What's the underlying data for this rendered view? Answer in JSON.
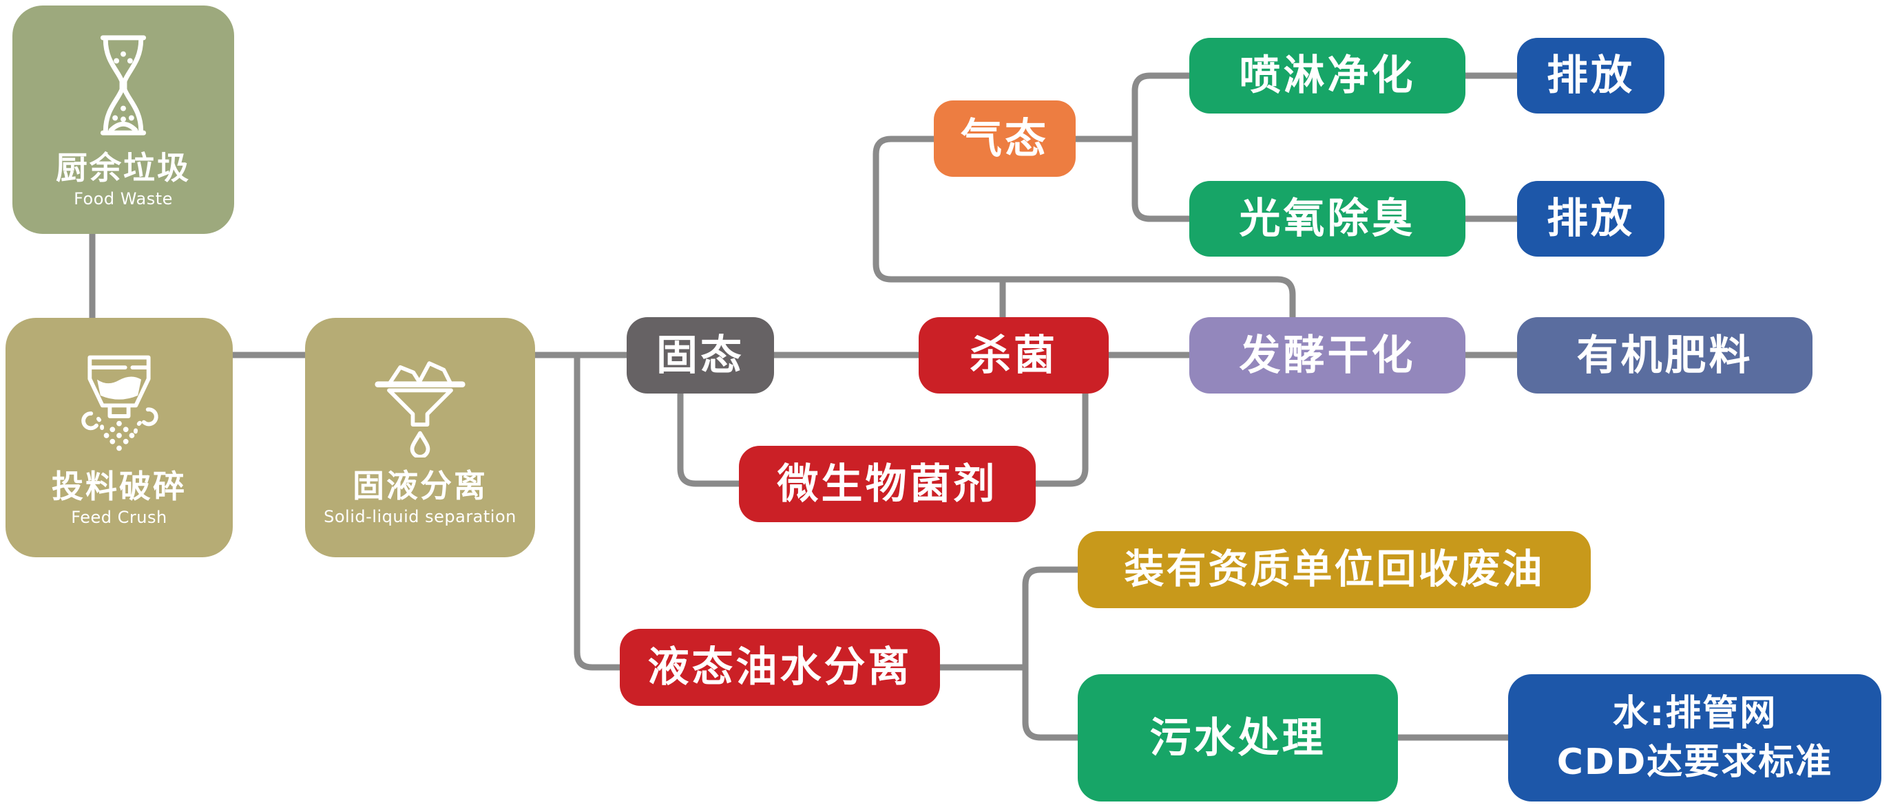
{
  "diagram": {
    "description": "Food waste treatment process flowchart",
    "colors": {
      "background": "#FFFFFF",
      "connector": "#8A8A8A",
      "text": "#FFFFFF",
      "sage_green": "#9DA97D",
      "khaki": "#B6AC75",
      "dark_gray": "#666264",
      "red": "#CB2026",
      "orange": "#ED7D41",
      "green": "#17A567",
      "blue": "#1D57A9",
      "purple": "#9387BC",
      "slate_blue": "#5A6D9F",
      "gold": "#C8991B"
    },
    "nodes": {
      "food_waste": {
        "label_cn": "厨余垃圾",
        "label_en": "Food Waste",
        "color": "#9DA97D",
        "icon": "hourglass-icon"
      },
      "feed_crush": {
        "label_cn": "投料破碎",
        "label_en": "Feed Crush",
        "color": "#B6AC75",
        "icon": "crusher-funnel-icon"
      },
      "solid_liquid_separation": {
        "label_cn": "固液分离",
        "label_en": "Solid-liquid separation",
        "color": "#B6AC75",
        "icon": "separation-funnel-icon"
      },
      "solid_state": {
        "label_cn": "固态",
        "color": "#666264"
      },
      "gas_state": {
        "label_cn": "气态",
        "color": "#ED7D41"
      },
      "spray_purification": {
        "label_cn": "喷淋净化",
        "color": "#17A567"
      },
      "discharge_1": {
        "label_cn": "排放",
        "color": "#1D57A9"
      },
      "photo_oxygen_deodorization": {
        "label_cn": "光氧除臭",
        "color": "#17A567"
      },
      "discharge_2": {
        "label_cn": "排放",
        "color": "#1D57A9"
      },
      "sterilization": {
        "label_cn": "杀菌",
        "color": "#CB2026"
      },
      "fermentation_drying": {
        "label_cn": "发酵干化",
        "color": "#9387BC"
      },
      "organic_fertilizer": {
        "label_cn": "有机肥料",
        "color": "#5A6D9F"
      },
      "microbial_agent": {
        "label_cn": "微生物菌剂",
        "color": "#CB2026"
      },
      "liquid_oil_water_separation": {
        "label_cn": "液态油水分离",
        "color": "#CB2026"
      },
      "qualified_waste_oil_recycling": {
        "label_cn": "装有资质单位回收废油",
        "color": "#C8991B"
      },
      "sewage_treatment": {
        "label_cn": "污水处理",
        "color": "#17A567"
      },
      "water_discharge_standard": {
        "label_line1": "水:排管网",
        "label_line2": "CDD达要求标准",
        "color": "#1D57A9"
      }
    },
    "edges": [
      {
        "from": "food_waste",
        "to": "feed_crush"
      },
      {
        "from": "feed_crush",
        "to": "solid_liquid_separation"
      },
      {
        "from": "solid_liquid_separation",
        "to": "solid_state"
      },
      {
        "from": "solid_liquid_separation",
        "to": "liquid_oil_water_separation"
      },
      {
        "from": "solid_state",
        "to": "sterilization"
      },
      {
        "from": "solid_state",
        "to": "microbial_agent"
      },
      {
        "from": "microbial_agent",
        "to": "sterilization"
      },
      {
        "from": "sterilization",
        "to": "fermentation_drying"
      },
      {
        "from": "sterilization",
        "to": "gas_state"
      },
      {
        "from": "fermentation_drying",
        "to": "gas_state"
      },
      {
        "from": "gas_state",
        "to": "spray_purification"
      },
      {
        "from": "gas_state",
        "to": "photo_oxygen_deodorization"
      },
      {
        "from": "spray_purification",
        "to": "discharge_1"
      },
      {
        "from": "photo_oxygen_deodorization",
        "to": "discharge_2"
      },
      {
        "from": "fermentation_drying",
        "to": "organic_fertilizer"
      },
      {
        "from": "liquid_oil_water_separation",
        "to": "qualified_waste_oil_recycling"
      },
      {
        "from": "liquid_oil_water_separation",
        "to": "sewage_treatment"
      },
      {
        "from": "sewage_treatment",
        "to": "water_discharge_standard"
      }
    ]
  }
}
